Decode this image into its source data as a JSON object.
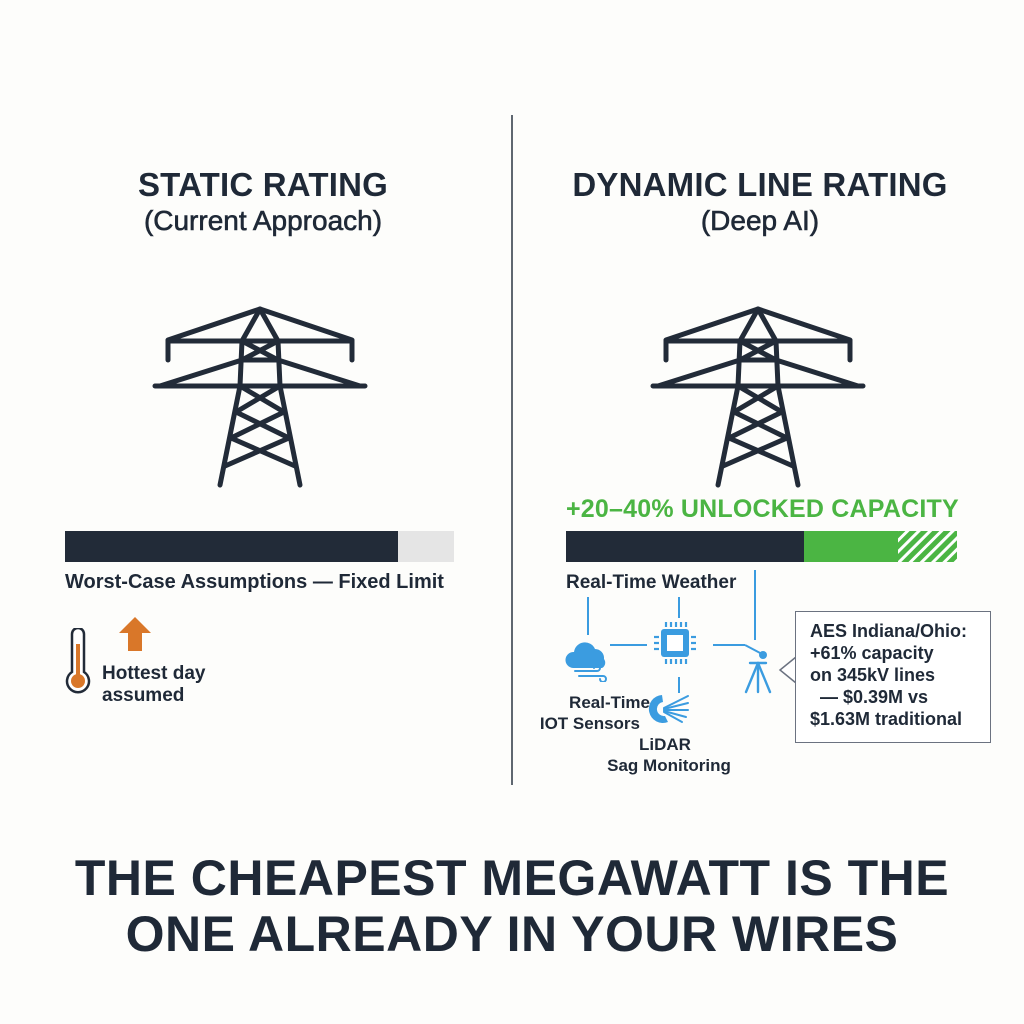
{
  "left_panel": {
    "title": "STATIC RATING",
    "subtitle": "(Current Approach)",
    "icon": "transmission-tower-icon",
    "bar": {
      "used_color": "#222b38",
      "unused_color": "#e5e5e5",
      "used_fraction": 0.85
    },
    "bar_caption": "Worst-Case Assumptions — Fixed Limit",
    "thermometer_icon": "thermometer-icon",
    "arrow_icon": "arrow-up-icon",
    "accent_color": "#d97729",
    "note_line1": "Hottest day",
    "note_line2": "assumed"
  },
  "right_panel": {
    "title": "DYNAMIC LINE RATING",
    "subtitle": "(Deep AI)",
    "icon": "transmission-tower-icon",
    "capacity_headline": "+20–40% UNLOCKED CAPACITY",
    "bar": {
      "base_color": "#222b38",
      "unlocked_color": "#4bb543",
      "base_fraction": 0.61,
      "unlocked_fraction": 0.24,
      "hatched_fraction": 0.15
    },
    "diagram": {
      "top_label": "Real-Time Weather",
      "nodes": [
        {
          "icon": "cloud-wind-icon",
          "label_line1": "Real-Time",
          "label_line2": "IOT Sensors"
        },
        {
          "icon": "ai-chip-icon",
          "label_line1": "",
          "label_line2": ""
        },
        {
          "icon": "lidar-scanner-icon",
          "label_line1": "LiDAR",
          "label_line2": "Sag Monitoring"
        },
        {
          "icon": "survey-tripod-icon",
          "label_line1": "",
          "label_line2": ""
        }
      ],
      "line_color": "#3b9ce0"
    },
    "callout": {
      "lines": [
        "AES Indiana/Ohio:",
        "+61% capacity",
        "on 345kV lines",
        "  — $0.39M vs",
        "$1.63M traditional"
      ]
    }
  },
  "headline": {
    "line1": "THE CHEAPEST MEGAWATT IS THE",
    "line2": "ONE ALREADY IN YOUR WIRES"
  }
}
